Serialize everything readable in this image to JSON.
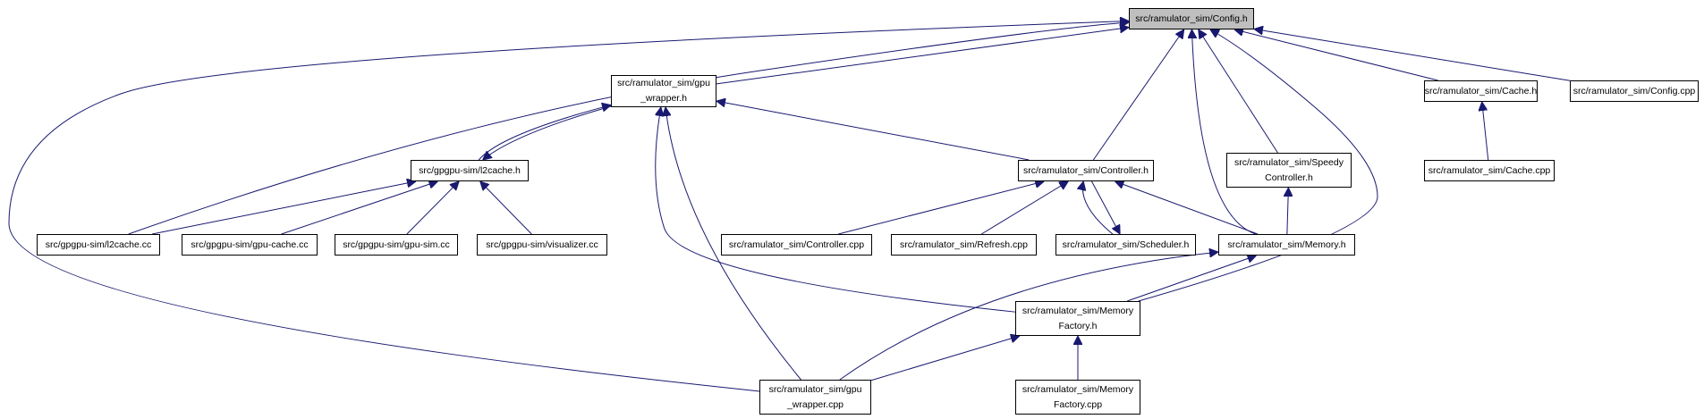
{
  "colors": {
    "edge": "#191970",
    "root_fill": "#bfbfbf",
    "node_fill": "#ffffff",
    "border": "#000000"
  },
  "nodes": [
    {
      "id": "config_h",
      "label": "src/ramulator_sim/Config.h",
      "root": true
    },
    {
      "id": "gpu_wrapper_h",
      "label": "src/ramulator_sim/gpu\n_wrapper.h"
    },
    {
      "id": "cache_h",
      "label": "src/ramulator_sim/Cache.h"
    },
    {
      "id": "config_cpp",
      "label": "src/ramulator_sim/Config.cpp"
    },
    {
      "id": "cache_cpp",
      "label": "src/ramulator_sim/Cache.cpp"
    },
    {
      "id": "l2cache_h",
      "label": "src/gpgpu-sim/l2cache.h"
    },
    {
      "id": "controller_h",
      "label": "src/ramulator_sim/Controller.h"
    },
    {
      "id": "speedy_h",
      "label": "src/ramulator_sim/Speedy\nController.h"
    },
    {
      "id": "l2cache_cc",
      "label": "src/gpgpu-sim/l2cache.cc"
    },
    {
      "id": "gpu_cache_cc",
      "label": "src/gpgpu-sim/gpu-cache.cc"
    },
    {
      "id": "gpu_sim_cc",
      "label": "src/gpgpu-sim/gpu-sim.cc"
    },
    {
      "id": "visualizer_cc",
      "label": "src/gpgpu-sim/visualizer.cc"
    },
    {
      "id": "controller_cpp",
      "label": "src/ramulator_sim/Controller.cpp"
    },
    {
      "id": "refresh_h",
      "label": "src/ramulator_sim/Refresh.cpp"
    },
    {
      "id": "scheduler_h",
      "label": "src/ramulator_sim/Scheduler.h"
    },
    {
      "id": "memory_h",
      "label": "src/ramulator_sim/Memory.h"
    },
    {
      "id": "memfactory_h",
      "label": "src/ramulator_sim/Memory\nFactory.h"
    },
    {
      "id": "gpu_wrapper_cpp",
      "label": "src/ramulator_sim/gpu\n_wrapper.cpp"
    },
    {
      "id": "memfactory_cpp",
      "label": "src/ramulator_sim/Memory\nFactory.cpp"
    }
  ],
  "edges": [
    {
      "from": "gpu_wrapper_h",
      "to": "config_h"
    },
    {
      "from": "cache_h",
      "to": "config_h"
    },
    {
      "from": "config_cpp",
      "to": "config_h"
    },
    {
      "from": "controller_h",
      "to": "config_h"
    },
    {
      "from": "speedy_h",
      "to": "config_h"
    },
    {
      "from": "memory_h",
      "to": "config_h"
    },
    {
      "from": "memfactory_h",
      "to": "config_h"
    },
    {
      "from": "l2cache_cc",
      "to": "config_h"
    },
    {
      "from": "gpu_wrapper_cpp",
      "to": "config_h"
    },
    {
      "from": "cache_cpp",
      "to": "cache_h"
    },
    {
      "from": "l2cache_h",
      "to": "gpu_wrapper_h"
    },
    {
      "from": "gpu_wrapper_h",
      "to": "l2cache_h"
    },
    {
      "from": "controller_h",
      "to": "gpu_wrapper_h"
    },
    {
      "from": "memfactory_h",
      "to": "gpu_wrapper_h"
    },
    {
      "from": "gpu_wrapper_cpp",
      "to": "gpu_wrapper_h"
    },
    {
      "from": "l2cache_cc",
      "to": "l2cache_h"
    },
    {
      "from": "gpu_cache_cc",
      "to": "l2cache_h"
    },
    {
      "from": "gpu_sim_cc",
      "to": "l2cache_h"
    },
    {
      "from": "visualizer_cc",
      "to": "l2cache_h"
    },
    {
      "from": "controller_cpp",
      "to": "controller_h"
    },
    {
      "from": "refresh_h",
      "to": "controller_h"
    },
    {
      "from": "scheduler_h",
      "to": "controller_h"
    },
    {
      "from": "controller_h",
      "to": "scheduler_h"
    },
    {
      "from": "memory_h",
      "to": "controller_h"
    },
    {
      "from": "memory_h",
      "to": "speedy_h"
    },
    {
      "from": "memfactory_h",
      "to": "memory_h"
    },
    {
      "from": "gpu_wrapper_cpp",
      "to": "memory_h"
    },
    {
      "from": "gpu_wrapper_cpp",
      "to": "memfactory_h"
    },
    {
      "from": "memfactory_cpp",
      "to": "memfactory_h"
    }
  ]
}
